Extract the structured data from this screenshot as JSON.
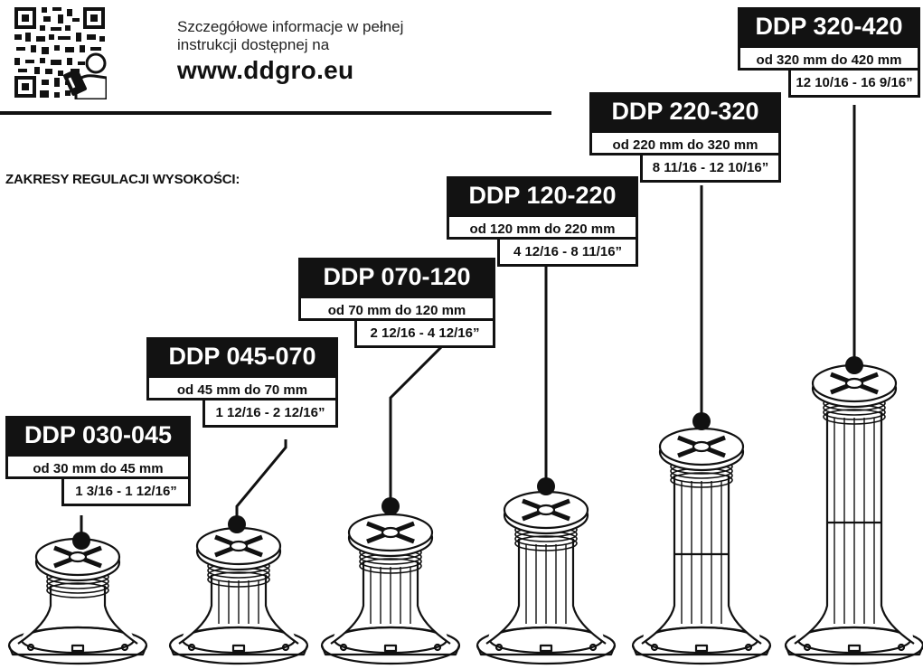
{
  "header": {
    "info_line1": "Szczegółowe informacje w pełnej",
    "info_line2": "instrukcji dostępnej na",
    "url": "www.ddgro.eu",
    "qr_icon": "qr-code-icon",
    "reader_icon": "person-reading-tablet-icon"
  },
  "section": {
    "title": "ZAKRESY REGULACJI WYSOKOŚCI:"
  },
  "products": [
    {
      "name": "DDP 030-045",
      "mm_range": "od 30 mm do 45 mm",
      "inch_range": "1 3/16 - 1 12/16”"
    },
    {
      "name": "DDP 045-070",
      "mm_range": "od 45 mm do 70 mm",
      "inch_range": "1 12/16 - 2 12/16”"
    },
    {
      "name": "DDP 070-120",
      "mm_range": "od 70 mm do 120 mm",
      "inch_range": "2 12/16 - 4 12/16”"
    },
    {
      "name": "DDP 120-220",
      "mm_range": "od 120 mm do 220 mm",
      "inch_range": "4 12/16 - 8 11/16”"
    },
    {
      "name": "DDP 220-320",
      "mm_range": "od 220 mm do 320 mm",
      "inch_range": "8 11/16 - 12 10/16”"
    },
    {
      "name": "DDP 320-420",
      "mm_range": "od 320 mm do 420 mm",
      "inch_range": "12 10/16 - 16 9/16”"
    }
  ],
  "colors": {
    "label_bg": "#121212",
    "label_text": "#ffffff",
    "line": "#111111"
  }
}
